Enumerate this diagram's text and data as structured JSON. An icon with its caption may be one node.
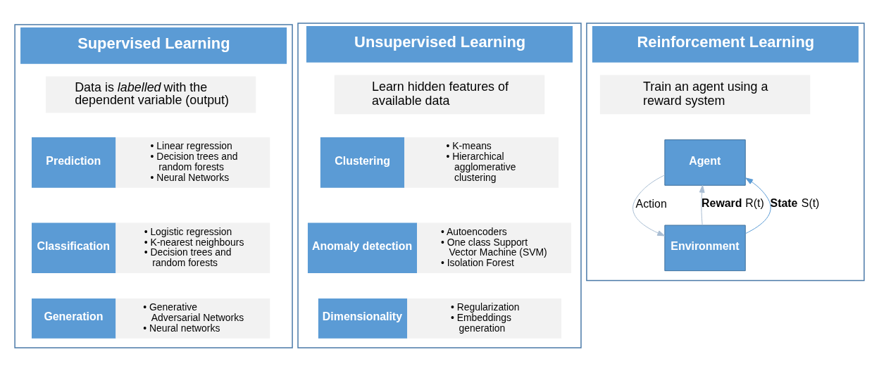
{
  "diagram": {
    "nodes": [
      {
        "text": [
          "Supervised Learning"
        ]
      },
      {
        "text": [
          "Data is *labelled* with the dependent variable (output)"
        ],
        "in": 0
      },
      {
        "text": [
          "Prediction",
          "• Linear regression",
          "• Decision trees and random forests",
          "• Neural Networks"
        ],
        "in": 0
      },
      {
        "text": [
          "Classification",
          "• Logistic regression",
          "• K-nearest neighbours",
          "• Decision trees and random forests"
        ],
        "in": 0
      },
      {
        "text": [
          "Generation",
          "• Generative Adversarial Networks",
          "• Neural networks"
        ],
        "in": 0
      },
      {
        "text": [
          "Unsupervised Learning"
        ]
      },
      {
        "text": [
          "Learn hidden features of available data"
        ],
        "in": 5
      },
      {
        "text": [
          "Clustering",
          "• K-means",
          "• Hierarchical agglomerative clustering"
        ],
        "in": 5
      },
      {
        "text": [
          "Anomaly detection",
          "• Autoencoders",
          "• One class Support Vector Machine (SVM)",
          "• Isolation Forest"
        ],
        "in": 5
      },
      {
        "text": [
          "Dimensionality",
          "• Regularization",
          "• Embeddings generation"
        ],
        "in": 5
      },
      {
        "text": [
          "Reinforcement Learning"
        ]
      },
      {
        "text": [
          "Train an agent using a reward system"
        ],
        "in": 10
      },
      {
        "text": [
          "Agent"
        ],
        "in": 10
      },
      {
        "text": [
          "Environment"
        ],
        "in": 10
      }
    ],
    "edges": [
      {
        "from": 12,
        "to": 13,
        "arrow": "to",
        "label": "Action"
      },
      {
        "from": 13,
        "to": 12,
        "arrow": "to",
        "label": "**Reward** R(t)"
      },
      {
        "from": 13,
        "to": 12,
        "arrow": "to",
        "label": "**State** S(t)",
        "color": "#5b9bd5"
      }
    ]
  }
}
